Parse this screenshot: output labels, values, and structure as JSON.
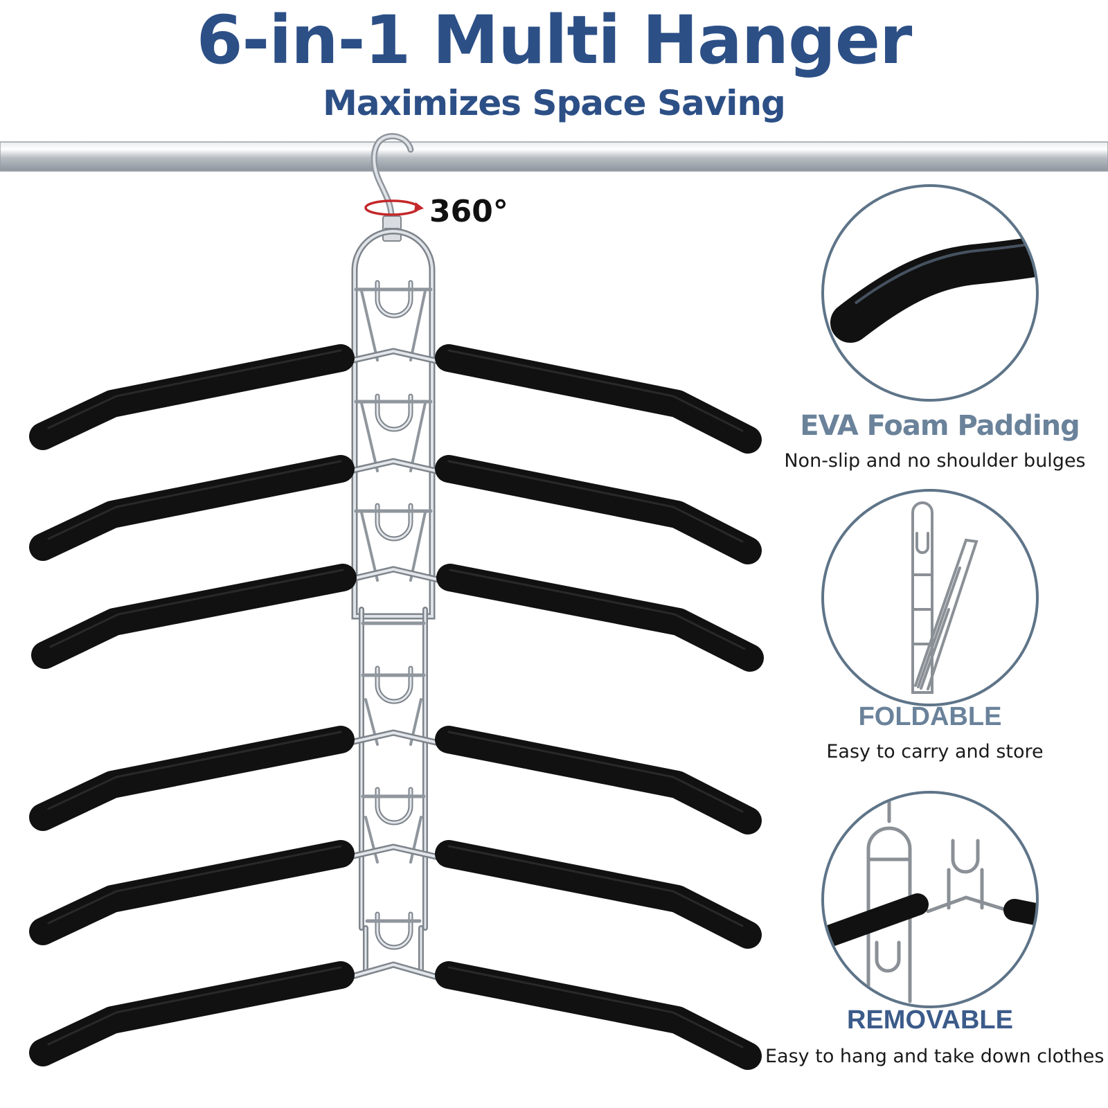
{
  "header": {
    "title": "6-in-1 Multi Hanger",
    "subtitle": "Maximizes Space Saving"
  },
  "rotation_label": "360°",
  "colors": {
    "title_blue": "#2c4f86",
    "feature_blue": "#6a829a",
    "feature_blue_dark": "#3b5b8a",
    "ring": "#5e7488",
    "foam": "#111111",
    "metal": "#b9bec4",
    "rotation_red": "#c4282a"
  },
  "features": [
    {
      "title": "EVA Foam Padding",
      "description": "Non-slip and no shoulder bulges",
      "icon": "foam-padding-closeup"
    },
    {
      "title": "FOLDABLE",
      "description": "Easy to carry and store",
      "icon": "folded-hanger"
    },
    {
      "title": "REMOVABLE",
      "description": "Easy to hang and take down clothes",
      "icon": "detachable-hanger-tier"
    }
  ]
}
